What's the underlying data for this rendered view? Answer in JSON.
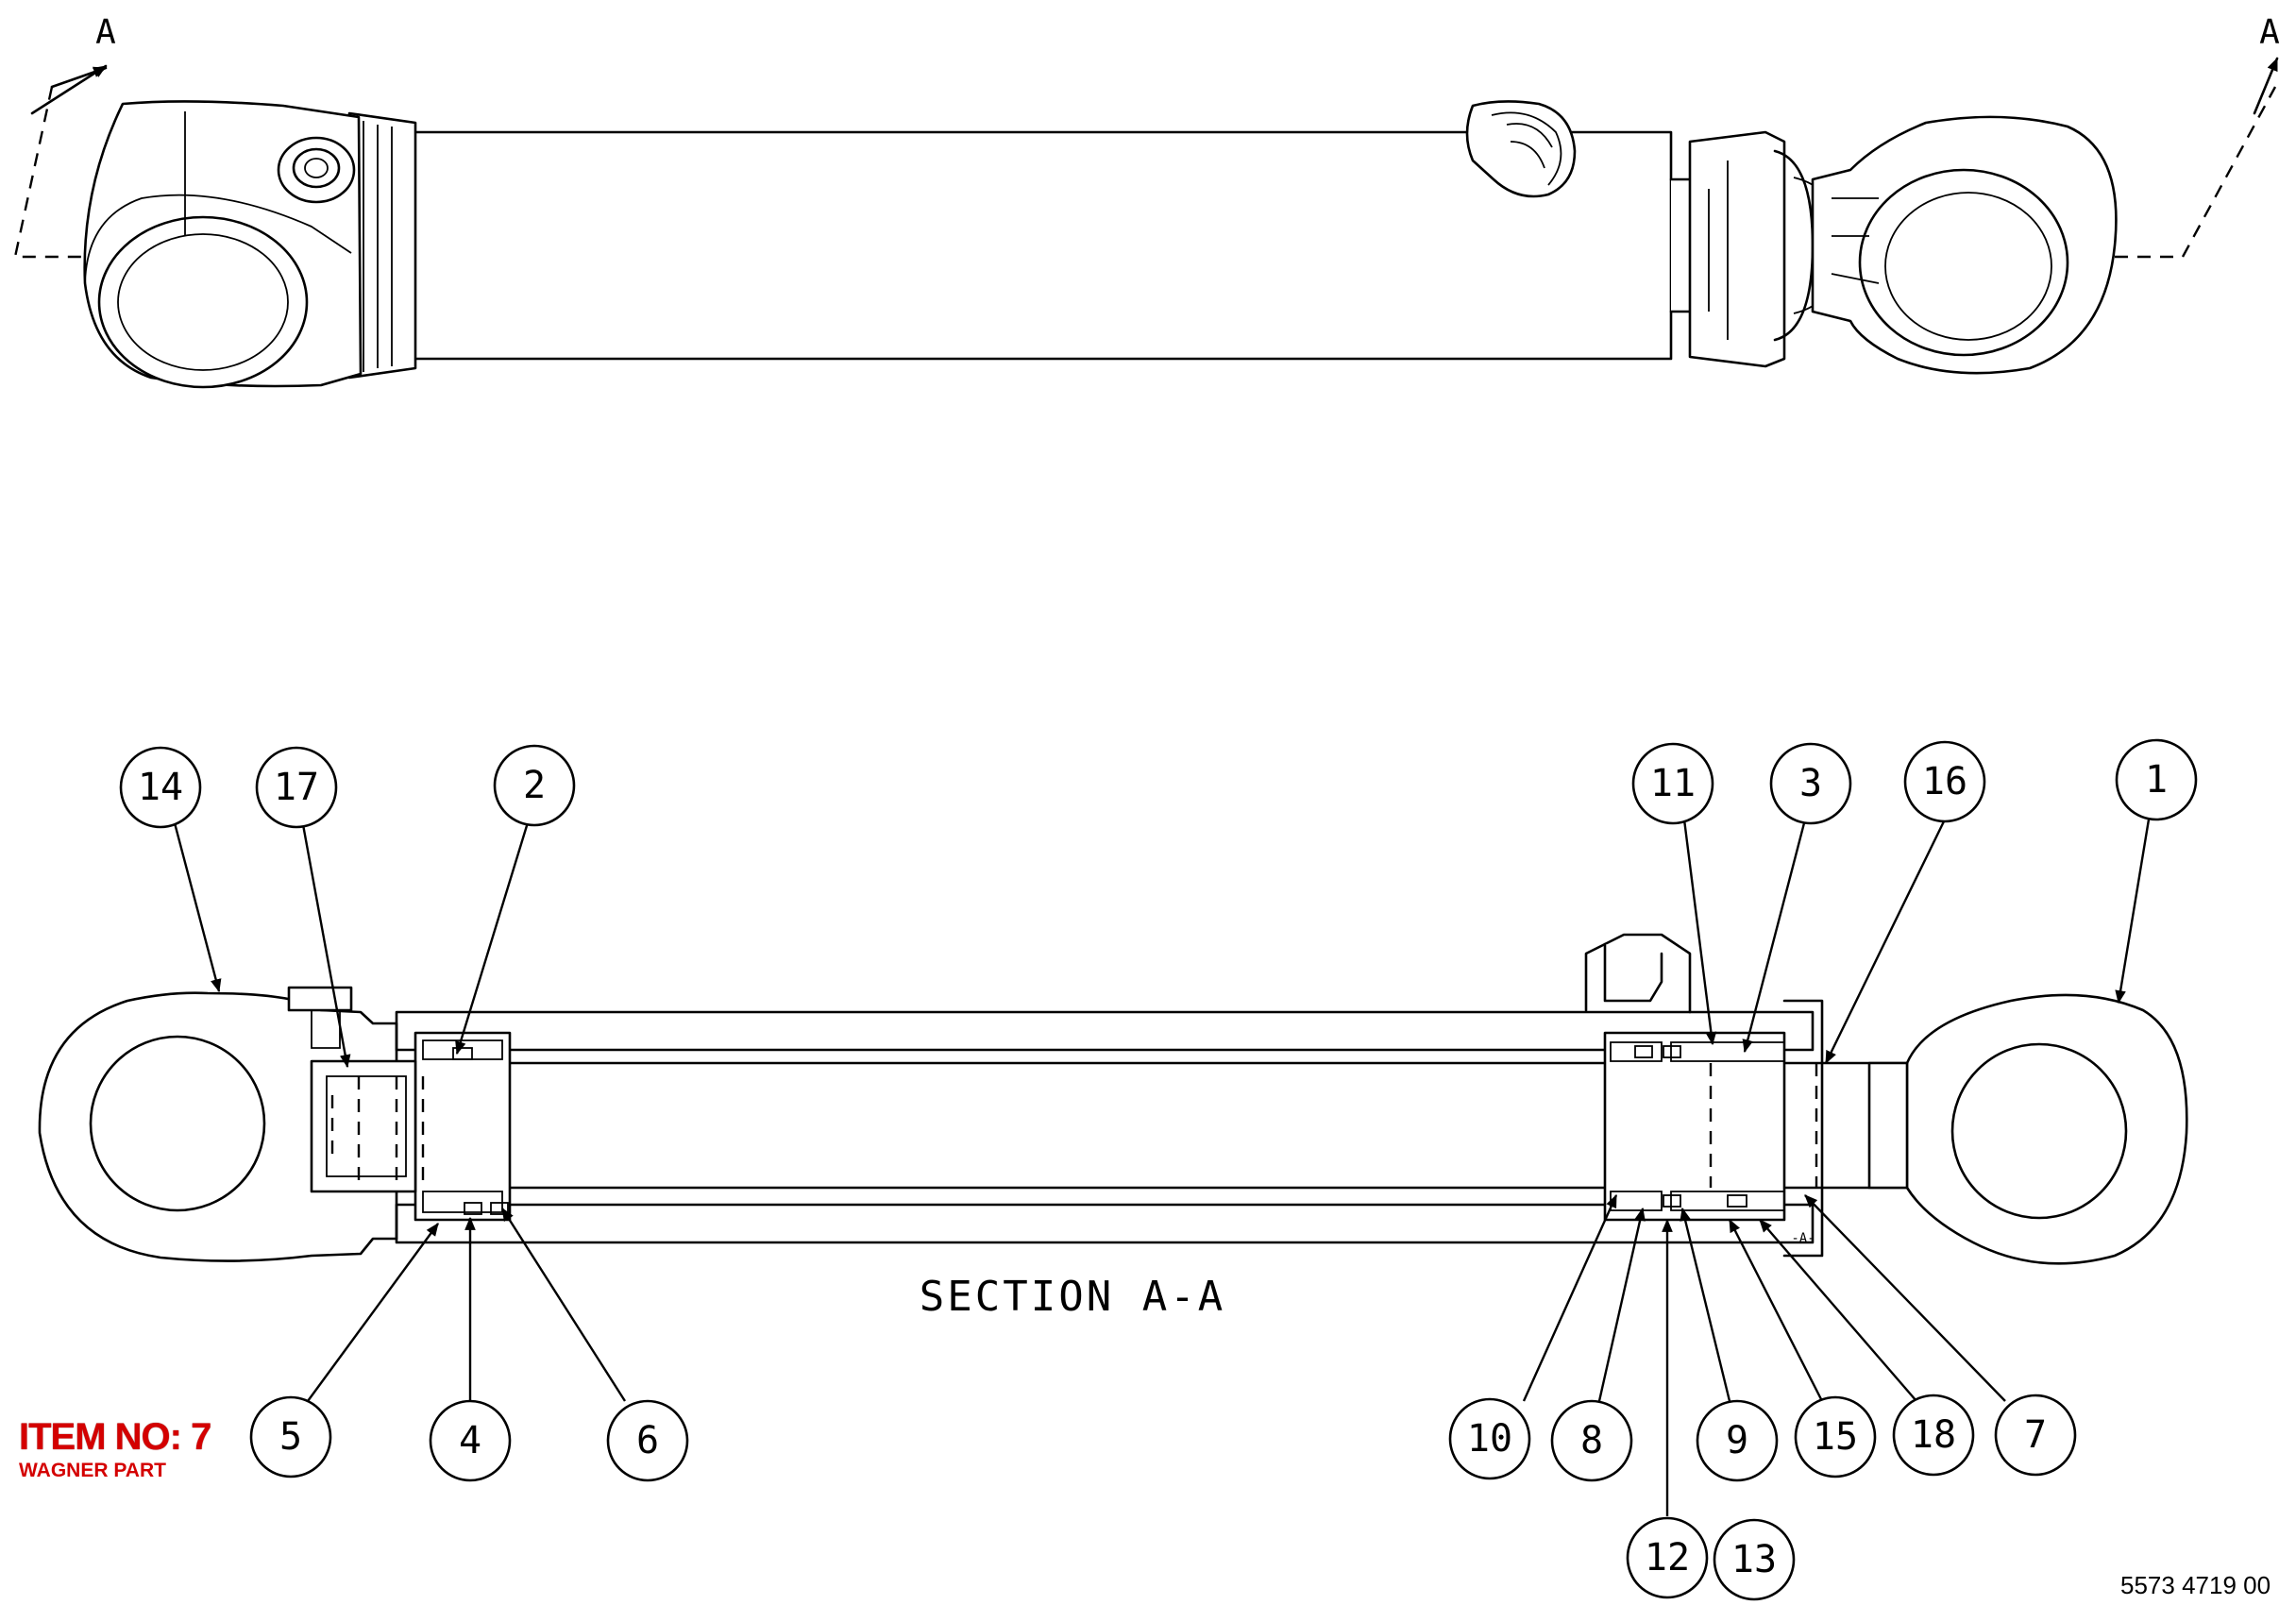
{
  "section_markers": [
    "A",
    "A"
  ],
  "section_caption": "SECTION A-A",
  "datum_label": "-A-",
  "balloons": [
    "14",
    "17",
    "2",
    "11",
    "3",
    "16",
    "1",
    "5",
    "4",
    "6",
    "10",
    "8",
    "9",
    "15",
    "18",
    "7",
    "12",
    "13"
  ],
  "stamp": {
    "item_no": "ITEM NO: 7",
    "subtitle": "WAGNER PART"
  },
  "drawing_number": "5573 4719 00"
}
